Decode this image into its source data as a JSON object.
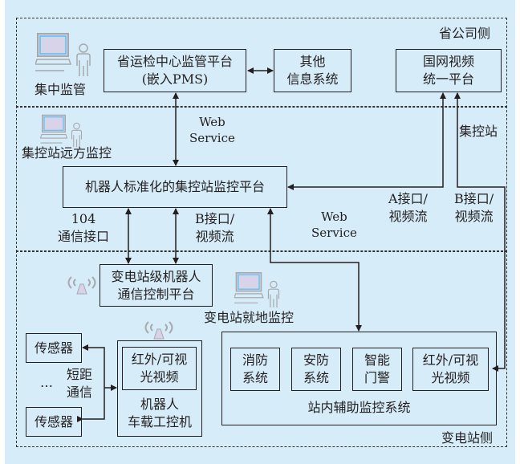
{
  "zones": {
    "province": {
      "label": "省公司侧"
    },
    "control_station": {
      "label": "集控站"
    },
    "substation": {
      "label": "变电站侧"
    }
  },
  "boxes": {
    "provincial_platform": {
      "line1": "省运检中心监管平台",
      "line2": "(嵌入PMS)"
    },
    "other_info": {
      "line1": "其他",
      "line2": "信息系统"
    },
    "sgcc_video": {
      "line1": "国网视频",
      "line2": "统一平台"
    },
    "control_platform": {
      "line1": "机器人标准化的集控站监控平台"
    },
    "robot_comm": {
      "line1": "变电站级机器人",
      "line2": "通信控制平台"
    },
    "sensor_top": {
      "line1": "传感器"
    },
    "sensor_bottom": {
      "line1": "传感器"
    },
    "robot_ir_video": {
      "line1": "红外/可视",
      "line2": "光视频"
    },
    "robot_ipc": {
      "line1": "机器人",
      "line2": "车载工控机"
    },
    "aux_system": {
      "label": "站内辅助监控系统"
    },
    "fire": {
      "line1": "消防",
      "line2": "系统"
    },
    "security": {
      "line1": "安防",
      "line2": "系统"
    },
    "access": {
      "line1": "智能",
      "line2": "门警"
    },
    "aux_ir_video": {
      "line1": "红外/可视",
      "line2": "光视频"
    }
  },
  "actors": {
    "central": "集中监管",
    "remote": "集控站远方监控",
    "local": "变电站就地监控"
  },
  "edge_labels": {
    "web_service_top": {
      "line1": "Web",
      "line2": "Service"
    },
    "web_service_mid": {
      "line1": "Web",
      "line2": "Service"
    },
    "iface_104": {
      "line1": "104",
      "line2": "通信接口"
    },
    "b_iface_left": {
      "line1": "B接口/",
      "line2": "视频流"
    },
    "a_iface": {
      "line1": "A接口/",
      "line2": "视频流"
    },
    "b_iface_right": {
      "line1": "B接口/",
      "line2": "视频流"
    },
    "short_range": {
      "line1": "短距",
      "line2": "通信"
    },
    "ellipsis": "…"
  },
  "colors": {
    "background": "#d6ecf8",
    "line": "#231f20",
    "icon_gray": "#a7a9ac",
    "screen_fill": "#d9d3ea",
    "screen_border": "#4fc3f0"
  }
}
